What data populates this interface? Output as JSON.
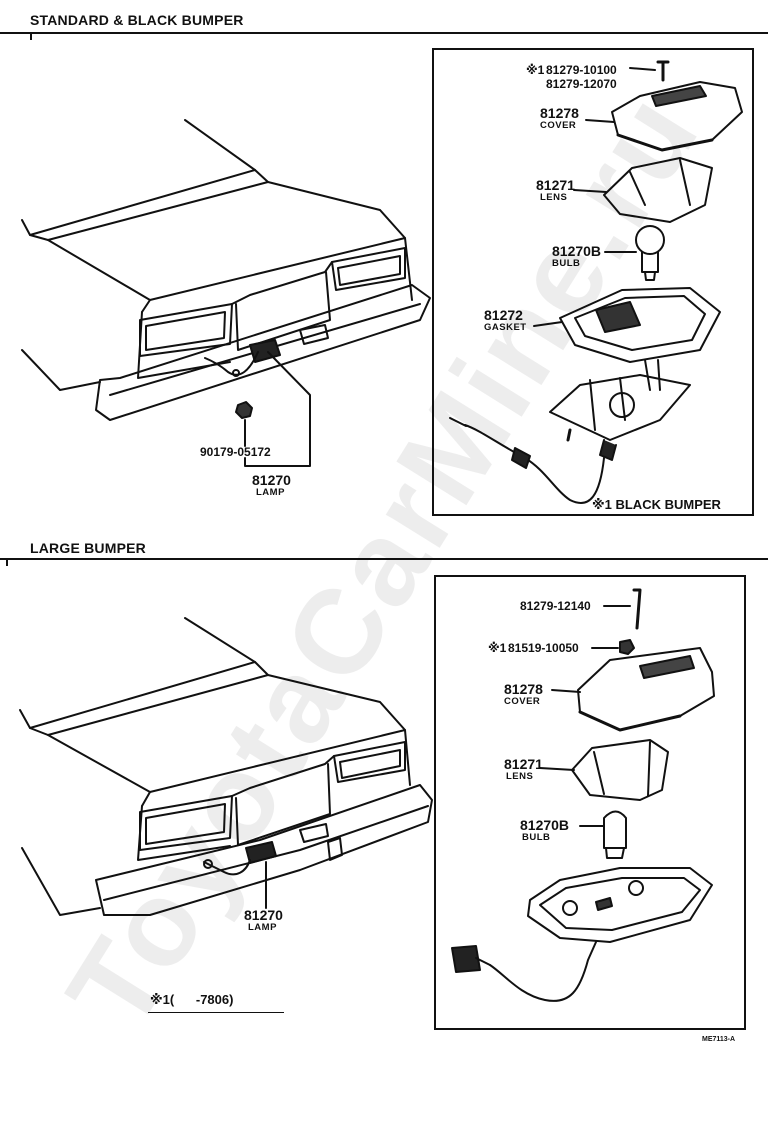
{
  "sections": {
    "top_title": "STANDARD & BLACK BUMPER",
    "bottom_title": "LARGE BUMPER"
  },
  "top_car": {
    "nut_part": "90179-05172",
    "lamp_part": "81270",
    "lamp_name": "LAMP"
  },
  "top_detail": {
    "screw_mark": "※1",
    "screw_part_a": "81279-10100",
    "screw_part_b": "81279-12070",
    "cover_part": "81278",
    "cover_name": "COVER",
    "lens_part": "81271",
    "lens_name": "LENS",
    "bulb_part": "81270B",
    "bulb_name": "BULB",
    "gasket_part": "81272",
    "gasket_name": "GASKET",
    "footnote": "※1 BLACK BUMPER"
  },
  "bottom_car": {
    "lamp_part": "81270",
    "lamp_name": "LAMP",
    "footnote": "※1(      -7806)"
  },
  "bottom_detail": {
    "screw_part": "81279-12140",
    "nut_mark": "※1",
    "nut_part": "81519-10050",
    "cover_part": "81278",
    "cover_name": "COVER",
    "lens_part": "81271",
    "lens_name": "LENS",
    "bulb_part": "81270B",
    "bulb_name": "BULB"
  },
  "figure_code": "ME7113-A",
  "watermark": "ToyotaCarMine.ru"
}
